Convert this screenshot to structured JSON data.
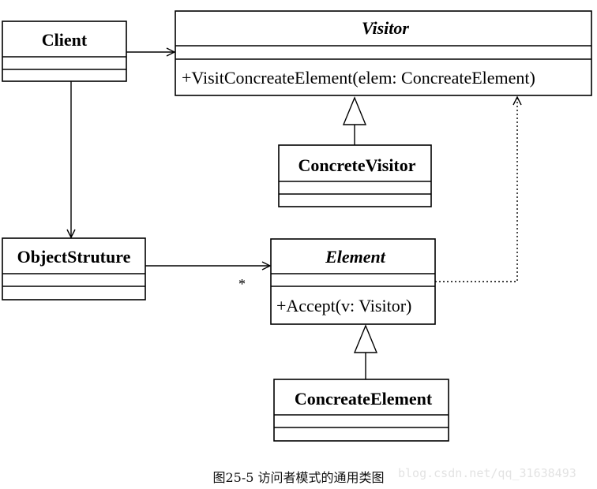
{
  "diagram": {
    "classes": {
      "client": {
        "name": "Client"
      },
      "visitor": {
        "name": "Visitor",
        "operation": "+VisitConcreateElement(elem: ConcreateElement)"
      },
      "concrete_visitor": {
        "name": "ConcreteVisitor"
      },
      "object_structure": {
        "name": "ObjectStruture"
      },
      "element": {
        "name": "Element",
        "operation": "+Accept(v: Visitor)"
      },
      "concrete_element": {
        "name": "ConcreateElement"
      }
    },
    "multiplicity": "*",
    "caption": "图25-5 访问者模式的通用类图",
    "watermark": "blog.csdn.net/qq_31638493"
  }
}
